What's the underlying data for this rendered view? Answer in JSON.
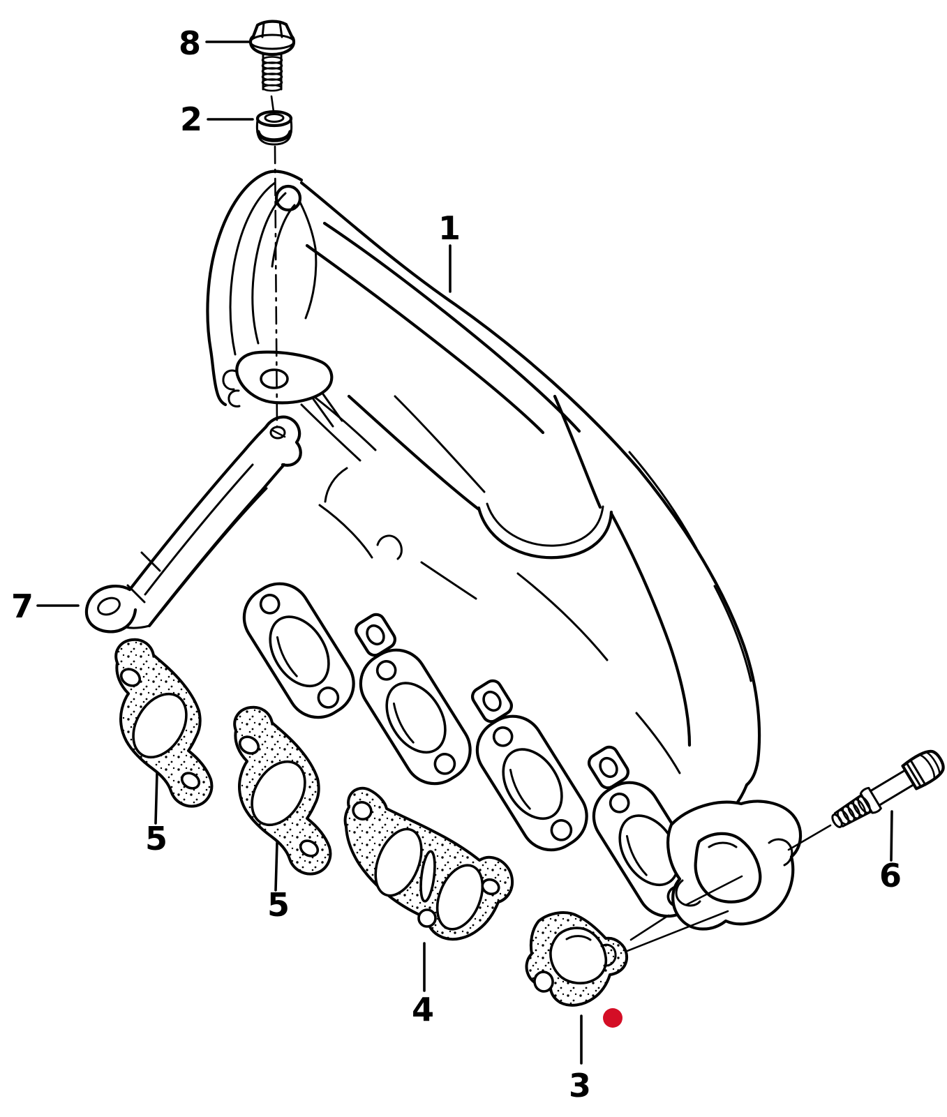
{
  "colors": {
    "background": "#ffffff",
    "ink": "#000000",
    "marker_red": "#d40e26"
  },
  "marker": {
    "shape": "dot",
    "color": "#d40e26"
  },
  "callouts": {
    "c8": {
      "label": "8"
    },
    "c2": {
      "label": "2"
    },
    "c1": {
      "label": "1"
    },
    "c7": {
      "label": "7"
    },
    "c5a": {
      "label": "5"
    },
    "c5b": {
      "label": "5"
    },
    "c4": {
      "label": "4"
    },
    "c3": {
      "label": "3"
    },
    "c6": {
      "label": "6"
    }
  }
}
